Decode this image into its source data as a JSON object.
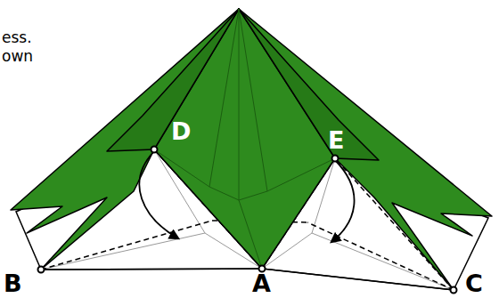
{
  "diagram": {
    "labels": [
      "ess.",
      "own",
      "D",
      "E",
      "B",
      "A",
      "C"
    ]
  }
}
